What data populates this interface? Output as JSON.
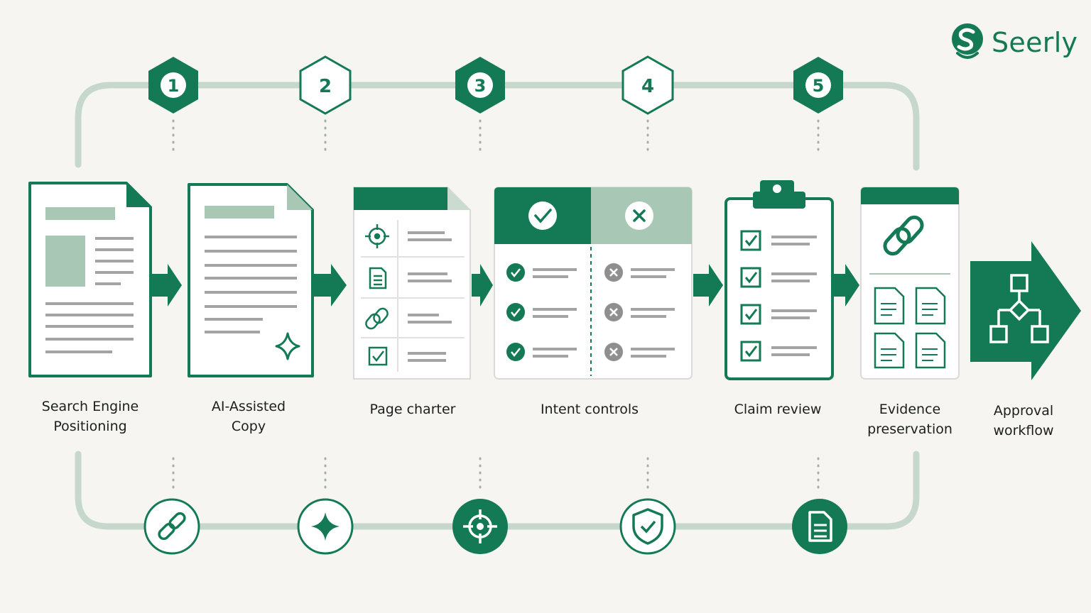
{
  "brand": {
    "name": "Seerly",
    "logo_icon": "seerly-s-pin-logo",
    "color": "#137a55"
  },
  "colors": {
    "primary": "#137a55",
    "muted": "#a9c7b5",
    "track": "#c6d8cc",
    "gray": "#8f8f8f",
    "background": "#f6f5f2"
  },
  "step_badges": [
    "1",
    "2",
    "3",
    "4",
    "5"
  ],
  "stages": [
    {
      "line1": "Search Engine",
      "line2": "Positioning",
      "icon": "document-icon"
    },
    {
      "line1": "AI-Assisted",
      "line2": "Copy",
      "icon": "document-sparkle-icon"
    },
    {
      "line1": "Page charter",
      "line2": "",
      "icon": "charter-document-icon"
    },
    {
      "line1": "Intent controls",
      "line2": "",
      "icon": "check-cross-panel-icon"
    },
    {
      "line1": "Claim review",
      "line2": "",
      "icon": "clipboard-checklist-icon"
    },
    {
      "line1": "Evidence",
      "line2": "preservation",
      "icon": "link-documents-icon"
    },
    {
      "line1": "Approval",
      "line2": "workflow",
      "icon": "workflow-arrow-icon"
    }
  ],
  "bottom_icons": [
    "link-icon",
    "sparkle-icon",
    "target-icon",
    "shield-check-icon",
    "document-icon"
  ]
}
